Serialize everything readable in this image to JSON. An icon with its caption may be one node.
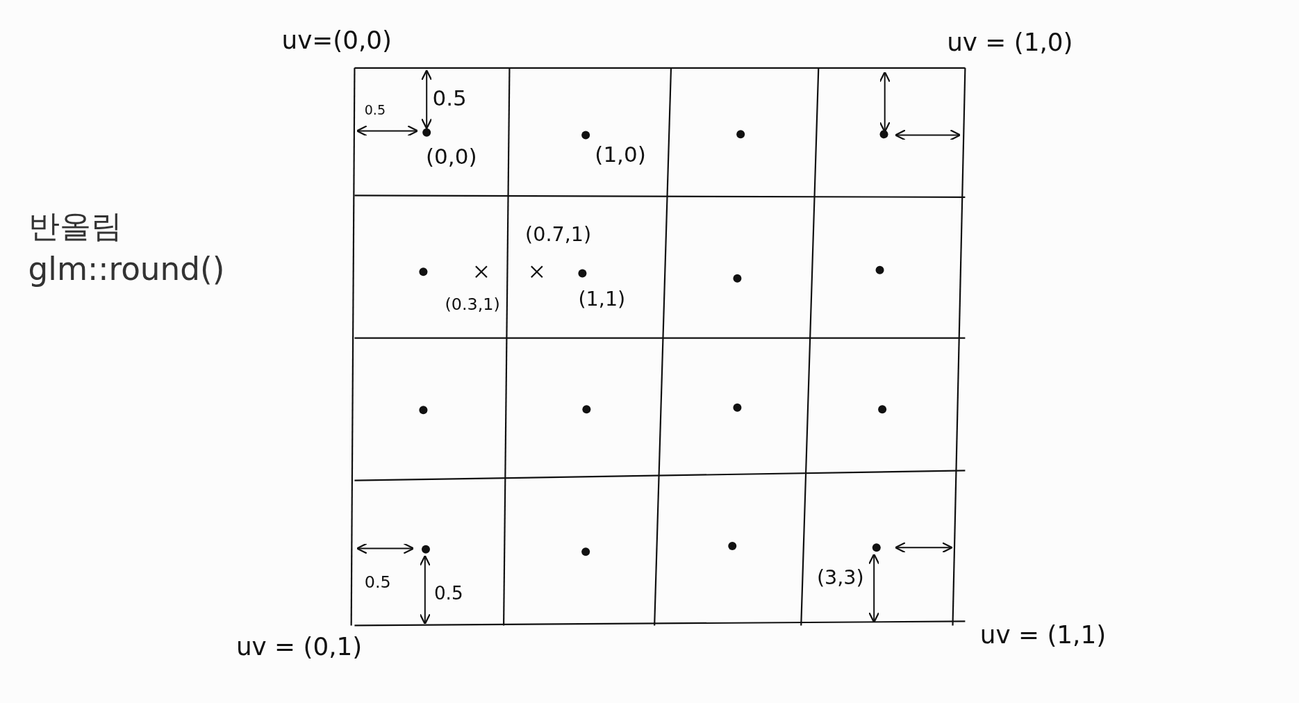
{
  "diagram": {
    "labels": [
      "uv=(0,0)",
      "uv = (1,0)",
      "0.5",
      "0.5",
      "(0,0)",
      "(1,0)",
      "반올림",
      "glm::round()",
      "(0.7,1)",
      "(0.3,1)",
      "(1,1)",
      "0.5",
      "0.5",
      "(3,3)",
      "uv = (0,1)",
      "uv = (1,1)"
    ]
  }
}
